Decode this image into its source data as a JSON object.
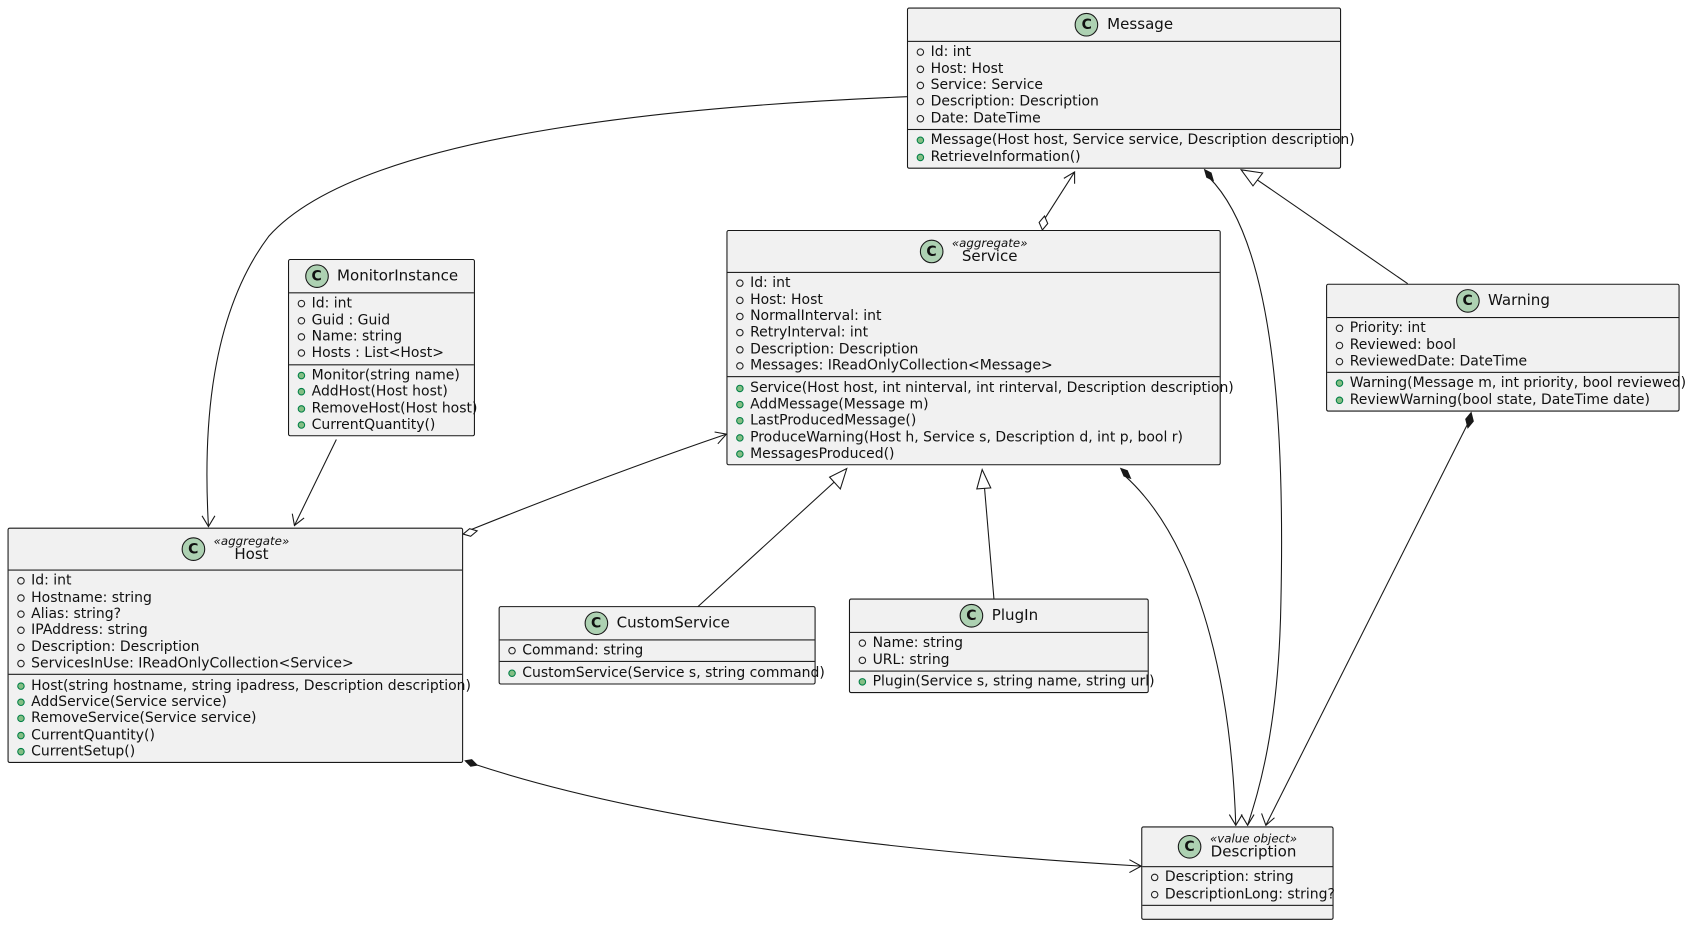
{
  "icon": "class-circle-icon",
  "colors": {
    "box_fill": "#f1f1f1",
    "border": "#181818",
    "class_circle": "#add1b2",
    "method_marker": "#84be84",
    "method_marker_border": "#038048"
  },
  "classes": {
    "message": {
      "letter": "C",
      "stereotype": "",
      "name": "Message",
      "fields": [
        "Id: int",
        "Host: Host",
        "Service: Service",
        "Description: Description",
        "Date: DateTime"
      ],
      "methods": [
        "Message(Host host, Service service, Description description)",
        "RetrieveInformation()"
      ]
    },
    "service": {
      "letter": "C",
      "stereotype": "«aggregate»",
      "name": "Service",
      "fields": [
        "Id: int",
        "Host: Host",
        "NormalInterval: int",
        "RetryInterval: int",
        "Description: Description",
        "Messages: IReadOnlyCollection<Message>"
      ],
      "methods": [
        "Service(Host host, int ninterval, int rinterval, Description description)",
        "AddMessage(Message m)",
        "LastProducedMessage()",
        "ProduceWarning(Host h, Service s, Description d, int p, bool r)",
        "MessagesProduced()"
      ]
    },
    "monitor": {
      "letter": "C",
      "stereotype": "",
      "name": "MonitorInstance",
      "fields": [
        "Id: int",
        "Guid : Guid",
        "Name: string",
        "Hosts : List<Host>"
      ],
      "methods": [
        "Monitor(string name)",
        "AddHost(Host host)",
        "RemoveHost(Host host)",
        "CurrentQuantity()"
      ]
    },
    "warning": {
      "letter": "C",
      "stereotype": "",
      "name": "Warning",
      "fields": [
        "Priority: int",
        "Reviewed: bool",
        "ReviewedDate: DateTime"
      ],
      "methods": [
        "Warning(Message m, int priority, bool reviewed)",
        "ReviewWarning(bool state, DateTime date)"
      ]
    },
    "host": {
      "letter": "C",
      "stereotype": "«aggregate»",
      "name": "Host",
      "fields": [
        "Id: int",
        "Hostname: string",
        "Alias: string?",
        "IPAddress: string",
        "Description: Description",
        "ServicesInUse: IReadOnlyCollection<Service>"
      ],
      "methods": [
        "Host(string hostname, string ipadress, Description description)",
        "AddService(Service service)",
        "RemoveService(Service service)",
        "CurrentQuantity()",
        "CurrentSetup()"
      ]
    },
    "customservice": {
      "letter": "C",
      "stereotype": "",
      "name": "CustomService",
      "fields": [
        "Command: string"
      ],
      "methods": [
        "CustomService(Service s, string command)"
      ]
    },
    "plugin": {
      "letter": "C",
      "stereotype": "",
      "name": "PlugIn",
      "fields": [
        "Name: string",
        "URL: string"
      ],
      "methods": [
        "Plugin(Service s, string name, string url)"
      ]
    },
    "description": {
      "letter": "C",
      "stereotype": "«value object»",
      "name": "Description",
      "fields": [
        "Description: string",
        "DescriptionLong: string?"
      ],
      "methods": []
    }
  }
}
